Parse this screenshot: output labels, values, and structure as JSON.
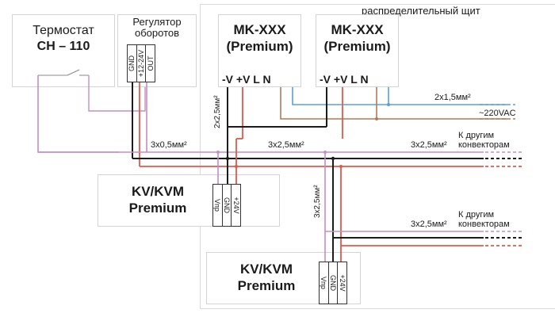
{
  "panel": {
    "label": "распределительный щит"
  },
  "thermostat": {
    "title_line1": "Термостат",
    "title_line2": "CH – 110"
  },
  "regulator": {
    "title_line1": "Регулятор",
    "title_line2": "оборотов",
    "terminals": [
      "GND",
      "+12-24V",
      "OUT"
    ]
  },
  "power_units": [
    {
      "title_line1": "MK-XXX",
      "title_line2": "(Premium)",
      "terminals": "-V +V L N"
    },
    {
      "title_line1": "MK-XXX",
      "title_line2": "(Premium)",
      "terminals": "-V +V L N"
    }
  ],
  "convectors": [
    {
      "title_line1": "KV/KVM",
      "title_line2": "Premium",
      "terminals": [
        "Vпр",
        "GND",
        "+24V"
      ]
    },
    {
      "title_line1": "KV/KVM",
      "title_line2": "Premium",
      "terminals": [
        "Vпр",
        "GND",
        "+24V"
      ]
    }
  ],
  "cables": {
    "mains": "2x1,5мм²",
    "mains_voltage": "~220VAC",
    "psu_vertical": "2x2,5мм²",
    "thermostat_line": "3x0,5мм²",
    "main_bus": "3x2,5мм²",
    "bus_right_top": "3x2,5мм²",
    "down_vertical": "3x2,5мм²",
    "bus_right_bottom": "3x2,5мм²"
  },
  "to_other_line1": "К другим",
  "to_other_line2": "конвекторам",
  "colors": {
    "black": "#1c1c1c",
    "red": "#e05a4a",
    "violet": "#c48ec4",
    "brown": "#b07a55",
    "blue": "#5aa0d8",
    "box_border": "#d4d4d4"
  }
}
